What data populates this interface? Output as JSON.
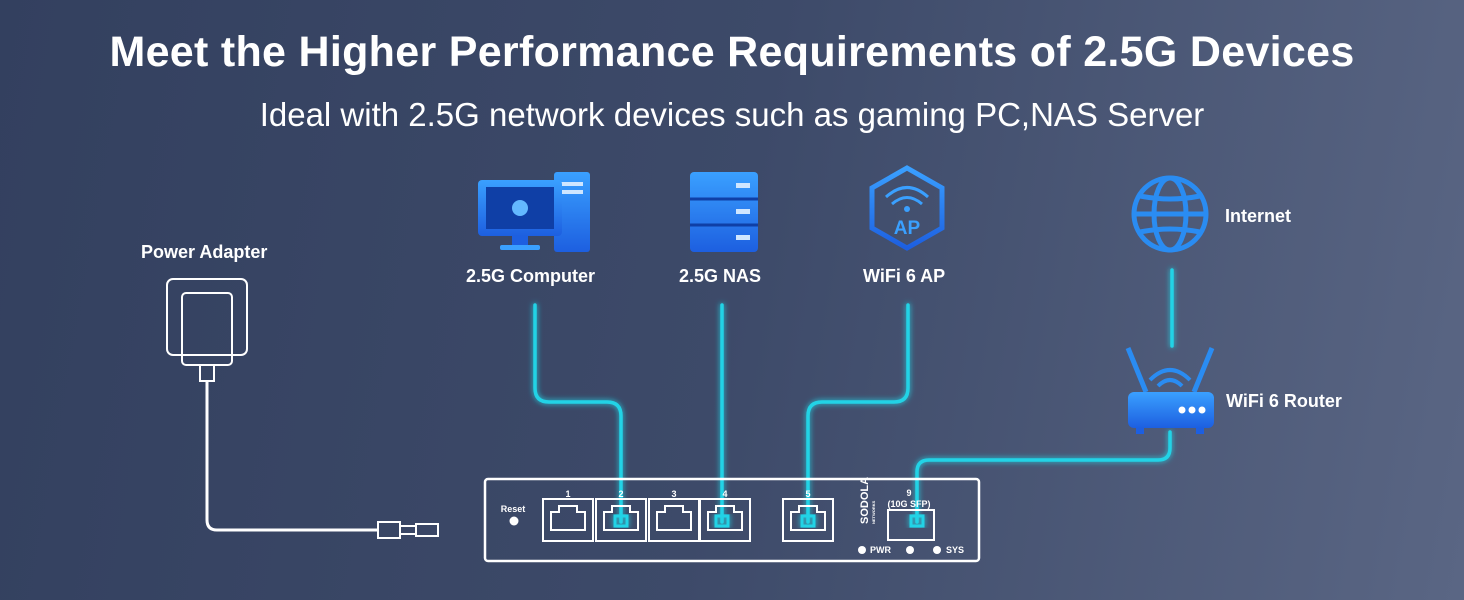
{
  "title": "Meet the Higher Performance Requirements of 2.5G Devices",
  "subtitle": "Ideal with 2.5G network devices such as gaming PC,NAS Server",
  "devices": {
    "power_adapter": "Power Adapter",
    "computer": "2.5G Computer",
    "nas": "2.5G NAS",
    "wifi_ap": "WiFi 6 AP",
    "ap_badge": "AP",
    "internet": "Internet",
    "router": "WiFi 6 Router"
  },
  "switch": {
    "brand": "SODOLA",
    "brand_sub": "NETWORKS",
    "reset_label": "Reset",
    "ports": [
      "1",
      "2",
      "3",
      "4",
      "5"
    ],
    "sfp_port": "9",
    "sfp_label": "(10G SFP)",
    "led_pwr": "PWR",
    "led_sys": "SYS"
  },
  "colors": {
    "accent": "#22d3e6",
    "icon_blue": "#2a8cf2",
    "background": "#3a4766"
  }
}
